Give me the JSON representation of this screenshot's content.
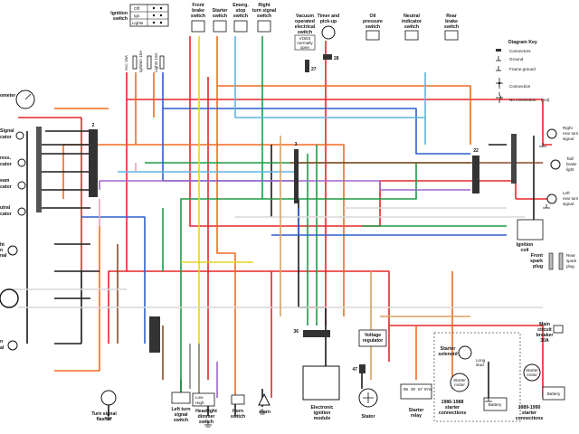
{
  "labels": {
    "ignition_switch": [
      "Ignition",
      "switch"
    ],
    "ign_off": "Off",
    "ign_ign": "Ign",
    "ign_lights": "Lights",
    "front_brake": [
      "Front",
      "brake",
      "switch"
    ],
    "starter_switch": [
      "Starter",
      "switch"
    ],
    "emerg_stop": [
      "Emerg.",
      "stop",
      "switch"
    ],
    "right_turn_signal_switch": [
      "Right",
      "turn signal",
      "switch"
    ],
    "vacuum_switch": [
      "Vacuum",
      "operated",
      "electrical",
      "switch"
    ],
    "vo_note": [
      "VOES",
      "normally",
      "open"
    ],
    "timer": [
      "Timer and",
      "pick-up"
    ],
    "oil_pressure": [
      "Oil",
      "pressure",
      "switch"
    ],
    "neutral_indicator": [
      "Neutral",
      "indicator",
      "switch"
    ],
    "rear_brake": [
      "Rear",
      "brake",
      "switch"
    ],
    "fuse_acc": "Acc 15A",
    "fuse_ign": "Ignition 15A",
    "fuse_lights": "Lights 15A",
    "speedometer": "ometer",
    "left_signal": [
      "Signal",
      "cator"
    ],
    "pressure_ind": [
      "ress.",
      "cator"
    ],
    "beam_ind": [
      "eam",
      "cator"
    ],
    "neutral_ind": [
      "utral",
      "cator"
    ],
    "left_front_turn": [
      "ht",
      "n",
      "nal"
    ],
    "headlamp": "",
    "left_rear_lamp": [
      "n",
      "al"
    ],
    "turn_signal_flasher": [
      "Turn signal",
      "flasher"
    ],
    "left_turn_signal_switch": [
      "Left turn",
      "signal",
      "switch"
    ],
    "dimmer": [
      "Headlight",
      "dimmer",
      "switch"
    ],
    "dim_lo": "Low",
    "dim_hi": "High",
    "horn_switch": [
      "Horn",
      "switch"
    ],
    "horn": "Horn",
    "ignition_module": [
      "Electronic",
      "ignition",
      "module"
    ],
    "voltage_regulator": [
      "Voltage",
      "regulator"
    ],
    "stator": "Stator",
    "starter_relay": [
      "Starter",
      "relay"
    ],
    "relay_pins": [
      "85",
      "30",
      "87",
      "87a"
    ],
    "starter_solenoid": [
      "Starter",
      "solenoid"
    ],
    "long_stud": [
      "Long",
      "stud"
    ],
    "starter_motor": [
      "Starter",
      "motor"
    ],
    "battery": "Battery",
    "connections_1986": [
      "1986-1988",
      "starter",
      "connections"
    ],
    "connections_1989": [
      "1989-1990",
      "starter",
      "connections"
    ],
    "main_breaker": [
      "Main",
      "circuit",
      "breaker",
      "30A"
    ],
    "right_rear_turn": [
      "Right",
      "rear turn",
      "signal"
    ],
    "tail_brake": [
      "Tail/",
      "brake",
      "light"
    ],
    "left_rear_turn": [
      "Left",
      "rear turn",
      "signal"
    ],
    "ignition_coil": [
      "Ignition",
      "coil"
    ],
    "front_plug": [
      "Front",
      "spark",
      "plug"
    ],
    "rear_plug": [
      "Rear",
      "spark",
      "plug"
    ],
    "conn_2": "2",
    "conn_3": "3",
    "conn_22": "22",
    "conn_27": "27",
    "conn_28": "28",
    "conn_36": "36",
    "conn_47": "47"
  },
  "key": {
    "title": "Diagram Key",
    "items": [
      "Connectors",
      "Ground",
      "Frame ground",
      "Connection",
      "No connection"
    ],
    "no_conn_note": "(not)"
  },
  "wire_colors": {
    "red": "#e5262a",
    "orange": "#f06a21",
    "black": "#1a1a1a",
    "green": "#1e9a45",
    "blue": "#2c5fcc",
    "lightblue": "#5fb4e0",
    "violet": "#a066c8",
    "yellow": "#e9d21e",
    "brown": "#8a4b28",
    "white": "#d7d7d7",
    "tan": "#d8a15f",
    "pink": "#f0a0b8",
    "gray": "#888888"
  }
}
